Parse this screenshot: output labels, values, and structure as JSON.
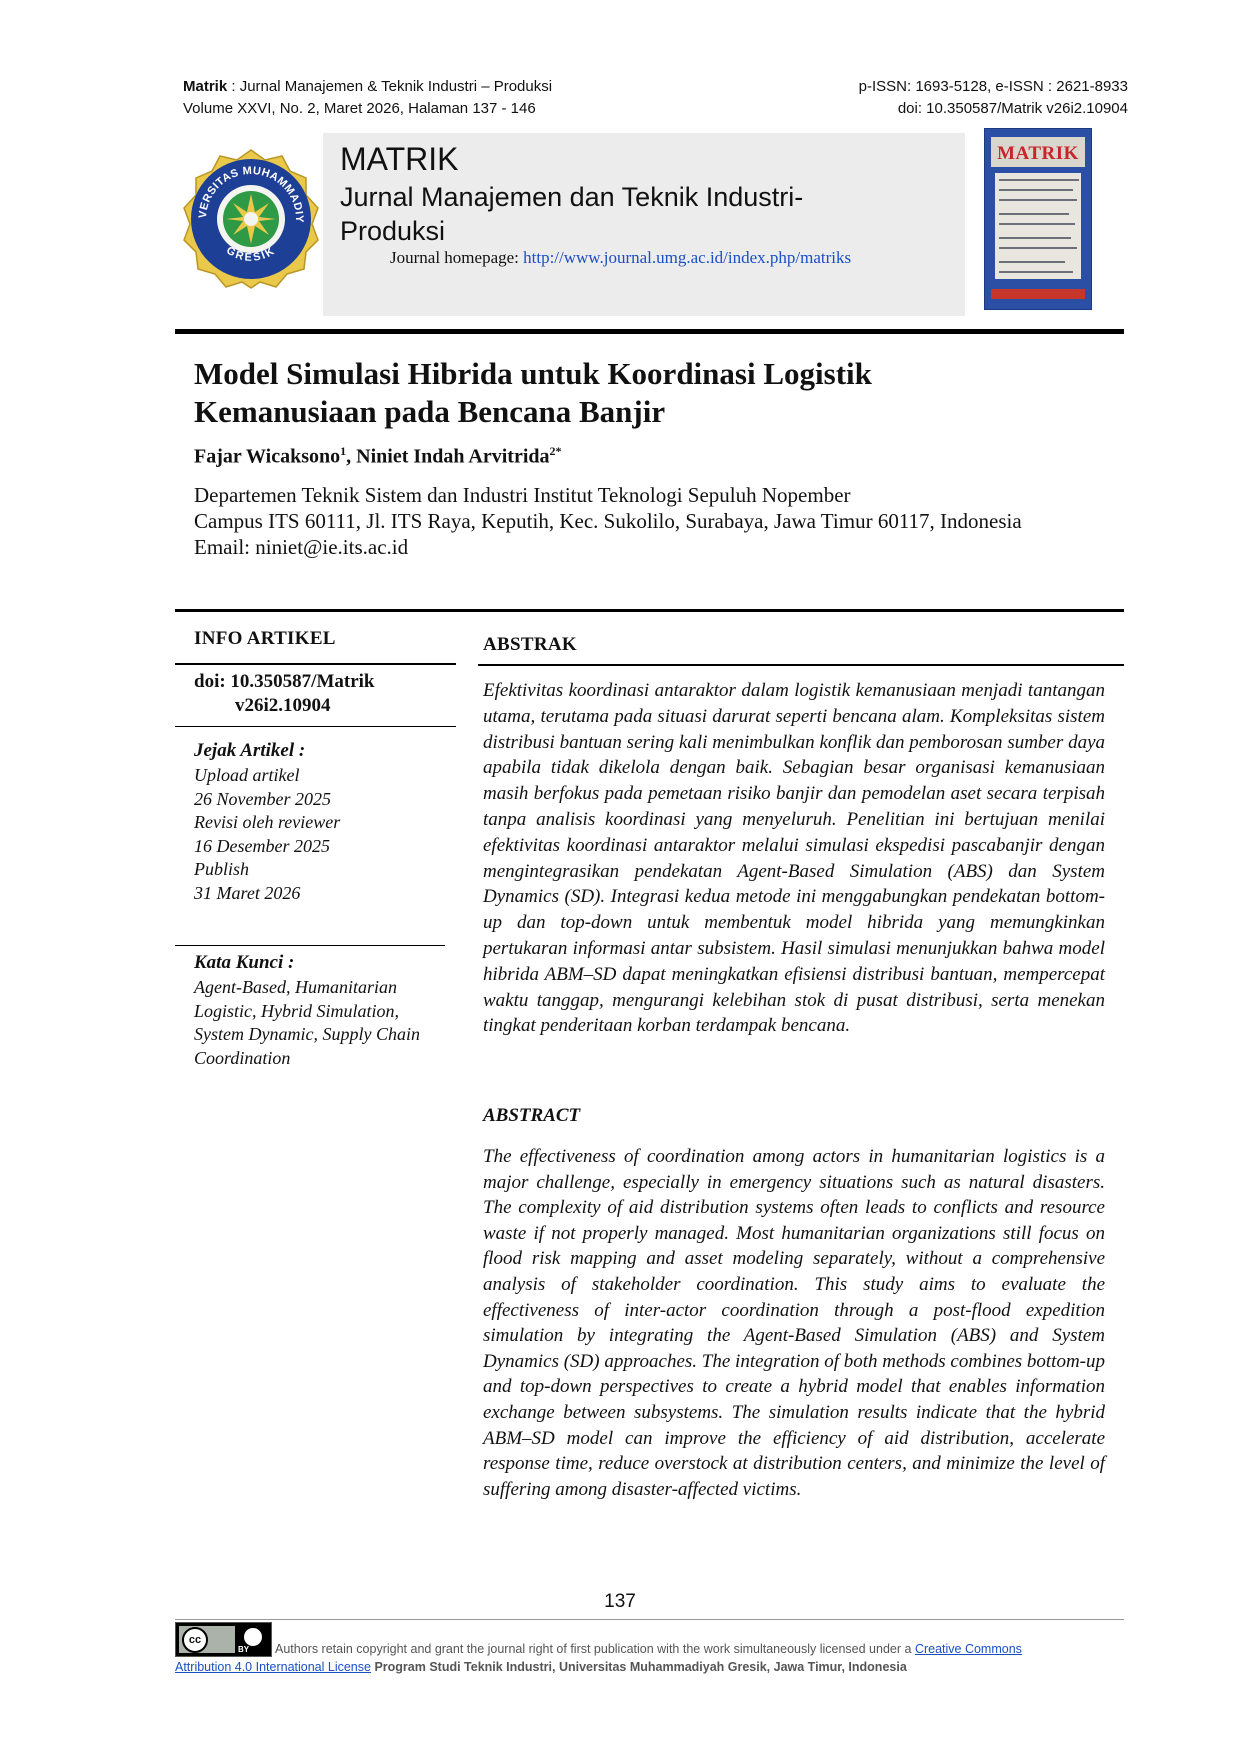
{
  "header": {
    "journal_short": "Matrik",
    "journal_full": " : Jurnal Manajemen & Teknik Industri – Produksi",
    "volume_line": "Volume XXVI, No. 2, Maret 2026, Halaman 137 - 146",
    "issn_line": "p-ISSN: 1693-5128, e-ISSN : 2621-8933",
    "doi_line": "doi: 10.350587/Matrik v26i2.10904"
  },
  "masthead": {
    "title": "MATRIK",
    "subtitle_line1": "Jurnal Manajemen dan Teknik Industri-",
    "subtitle_line2": "Produksi",
    "homepage_label": "Journal homepage: ",
    "homepage_url": "http://www.journal.umg.ac.id/index.php/matriks",
    "logo_text_top": "UNIVERSITAS MUHAMMADIYAH",
    "logo_text_bottom": "GRESIK",
    "cover_title": "MATRIK"
  },
  "article": {
    "title_line1": "Model Simulasi Hibrida untuk Koordinasi Logistik",
    "title_line2": "Kemanusiaan pada Bencana Banjir",
    "author1": "Fajar Wicaksono",
    "author1_sup": "1",
    "author_sep": ", ",
    "author2": "Niniet Indah Arvitrida",
    "author2_sup": "2*",
    "affil_line1": "Departemen Teknik Sistem dan Industri Institut Teknologi Sepuluh Nopember",
    "affil_line2": "Campus ITS 60111, Jl. ITS Raya, Keputih, Kec. Sukolilo, Surabaya, Jawa Timur 60117, Indonesia",
    "affil_line3": "Email: niniet@ie.its.ac.id"
  },
  "info": {
    "heading": "INFO ARTIKEL",
    "doi_line1": "doi: 10.350587/Matrik",
    "doi_line2": "v26i2.10904",
    "jejak_heading": "Jejak Artikel :",
    "jejak_items": [
      "Upload artikel",
      "26 November 2025",
      "Revisi oleh reviewer",
      "16 Desember 2025",
      "Publish",
      "31 Maret 2026"
    ],
    "kata_heading": "Kata Kunci :",
    "kata_lines": [
      "Agent-Based, Humanitarian",
      "Logistic, Hybrid Simulation,",
      "System Dynamic, Supply Chain",
      "Coordination"
    ]
  },
  "abstrak": {
    "heading": "ABSTRAK",
    "text": "Efektivitas koordinasi antaraktor dalam logistik kemanusiaan menjadi tantangan utama, terutama pada situasi darurat seperti bencana alam. Kompleksitas sistem distribusi bantuan sering kali menimbulkan konflik dan pemborosan sumber daya apabila tidak dikelola dengan baik. Sebagian besar organisasi kemanusiaan masih berfokus pada pemetaan risiko banjir dan pemodelan aset secara terpisah tanpa analisis koordinasi yang menyeluruh. Penelitian ini bertujuan menilai efektivitas koordinasi antaraktor melalui simulasi ekspedisi pascabanjir dengan mengintegrasikan pendekatan Agent-Based Simulation (ABS) dan System Dynamics (SD). Integrasi kedua metode ini menggabungkan pendekatan bottom-up dan top-down untuk membentuk model hibrida yang memungkinkan pertukaran informasi antar subsistem. Hasil simulasi menunjukkan bahwa model hibrida ABM–SD dapat meningkatkan efisiensi distribusi bantuan, mempercepat waktu tanggap, mengurangi kelebihan stok di pusat distribusi, serta menekan tingkat penderitaan korban terdampak bencana."
  },
  "abstract": {
    "heading": "ABSTRACT",
    "text": "The effectiveness of coordination among actors in humanitarian logistics is a major challenge, especially in emergency situations such as natural disasters. The complexity of aid distribution systems often leads to conflicts and resource waste if not properly managed. Most humanitarian organizations still focus on flood risk mapping and asset modeling separately, without a comprehensive analysis of stakeholder coordination. This study aims to evaluate the effectiveness of inter-actor coordination through a post-flood expedition simulation by integrating the Agent-Based Simulation (ABS) and System Dynamics (SD) approaches. The integration of both methods combines bottom-up and top-down perspectives to create a hybrid model that enables information exchange between subsystems. The simulation results indicate that the hybrid ABM–SD model can improve the efficiency of aid distribution, accelerate response time, reduce overstock at distribution centers, and minimize the level of suffering among disaster-affected victims."
  },
  "footer": {
    "page_number": "137",
    "cc_label": "cc",
    "cc_by": "BY",
    "license_text": "Authors retain copyright and grant the journal right of first publication with the work simultaneously licensed under a ",
    "license_link1": "Creative Commons",
    "license_link2": "Attribution 4.0 International License",
    "institution": " Program Studi Teknik Industri, Universitas Muhammadiyah Gresik, Jawa Timur, Indonesia"
  }
}
